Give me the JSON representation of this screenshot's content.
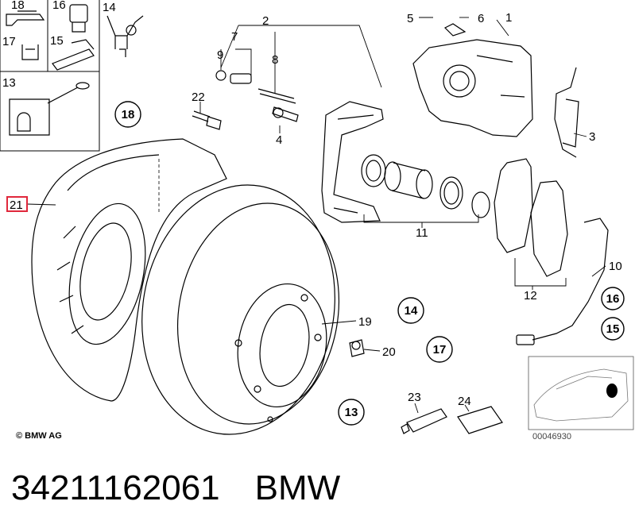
{
  "callouts": {
    "c1": "1",
    "c2": "2",
    "c3": "3",
    "c4": "4",
    "c5": "5",
    "c6": "6",
    "c7": "7",
    "c8": "8",
    "c9": "9",
    "c10": "10",
    "c11": "11",
    "c12": "12",
    "c13": "13",
    "c14": "14",
    "c15": "15",
    "c16": "16",
    "c17": "17",
    "c18": "18",
    "c19": "19",
    "c20": "20",
    "c21": "21",
    "c22": "22",
    "c23": "23",
    "c24": "24"
  },
  "circled": {
    "n18": "18",
    "n14": "14",
    "n16": "16",
    "n15": "15",
    "n17": "17",
    "n13": "13"
  },
  "copyright": "© BMW AG",
  "image_ref": "00046930",
  "caption": {
    "part_number": "34211162061",
    "brand": "BMW"
  },
  "highlight_color": "#e0283c"
}
